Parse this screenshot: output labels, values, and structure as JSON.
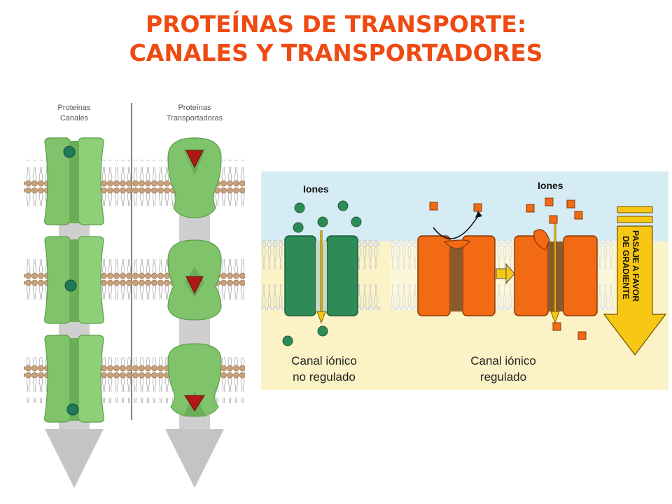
{
  "title": {
    "line1": "PROTEÍNAS DE TRANSPORTE:",
    "line2": "CANALES Y TRANSPORTADORES"
  },
  "left_diagram": {
    "channels_label_line1": "Proteínas",
    "channels_label_line2": "Canales",
    "carriers_label_line1": "Proteínas",
    "carriers_label_line2": "Transportadoras"
  },
  "right_diagram": {
    "ions_label_left": "Iones",
    "ions_label_right": "Iones",
    "caption_left_line1": "Canal iónico",
    "caption_left_line2": "no regulado",
    "caption_right_line1": "Canal iónico",
    "caption_right_line2": "regulado",
    "gradient_line1": "PASAJE A FAVOR",
    "gradient_line2": "DE GRADIENTE"
  },
  "colors": {
    "title": "#ee4a12",
    "channel_green": "#7fc36a",
    "ion_green": "#2e8b57",
    "carrier_triangle": "#b01818",
    "orange_channel": "#f26a14",
    "gradient_arrow": "#f7c713",
    "top_medium": "#d6ecf5",
    "bottom_medium": "#fbf3c6"
  }
}
